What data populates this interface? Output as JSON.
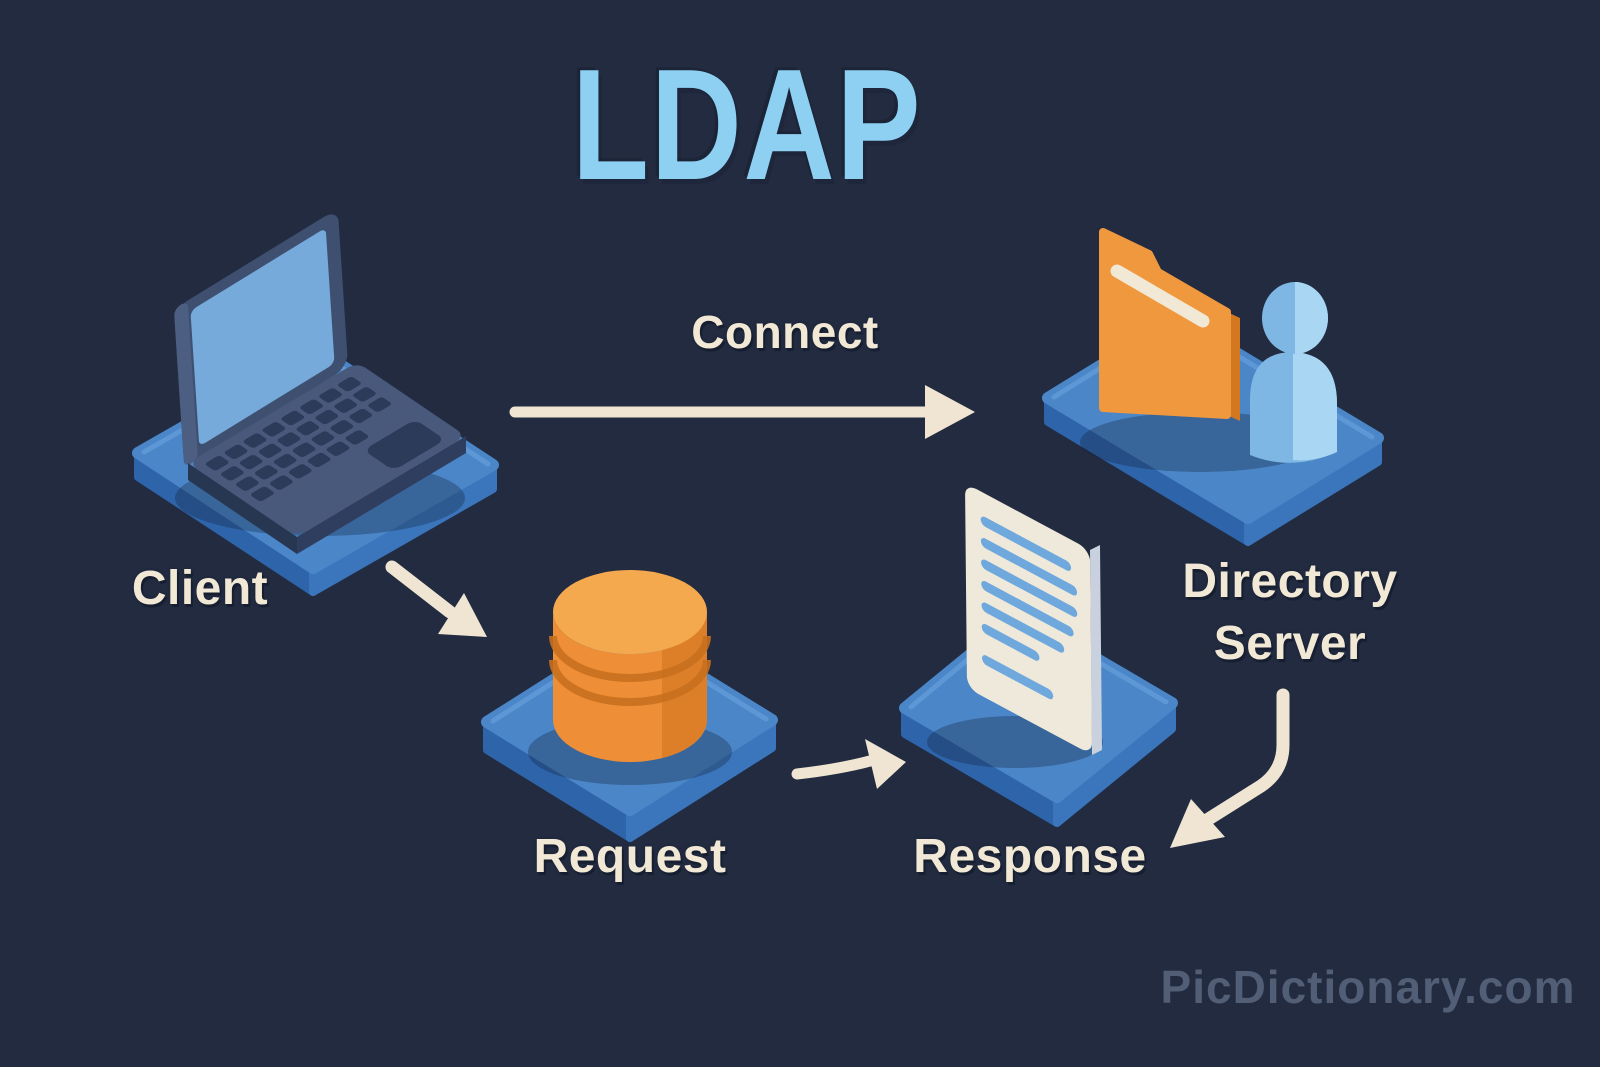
{
  "title": "LDAP",
  "nodes": {
    "client": {
      "label": "Client",
      "icon": "laptop-icon"
    },
    "directory_server": {
      "label": "Directory Server",
      "icon": "folder-user-icon"
    },
    "request": {
      "label": "Request",
      "icon": "database-icon"
    },
    "response": {
      "label": "Response",
      "icon": "document-icon"
    }
  },
  "edges": {
    "connect": {
      "label": "Connect"
    }
  },
  "watermark": "PicDictionary.com",
  "colors": {
    "background": "#222B40",
    "title_blue": "#8DD0F2",
    "label_cream": "#F2E8D6",
    "arrow_cream": "#EFE5D2",
    "platform_top": "#4A86C8",
    "platform_left": "#2E64AA",
    "platform_right": "#3B76BC",
    "orange": "#F0983E",
    "orange_dark": "#D4781F",
    "orange_light": "#F4A94E",
    "person_blue": "#7FB7E4",
    "person_blue_light": "#A9D7F3",
    "doc_cream": "#EFE9DB",
    "doc_line": "#6FA8DC",
    "laptop_screen": "#76AADB",
    "watermark_gray": "#7A89A3"
  }
}
